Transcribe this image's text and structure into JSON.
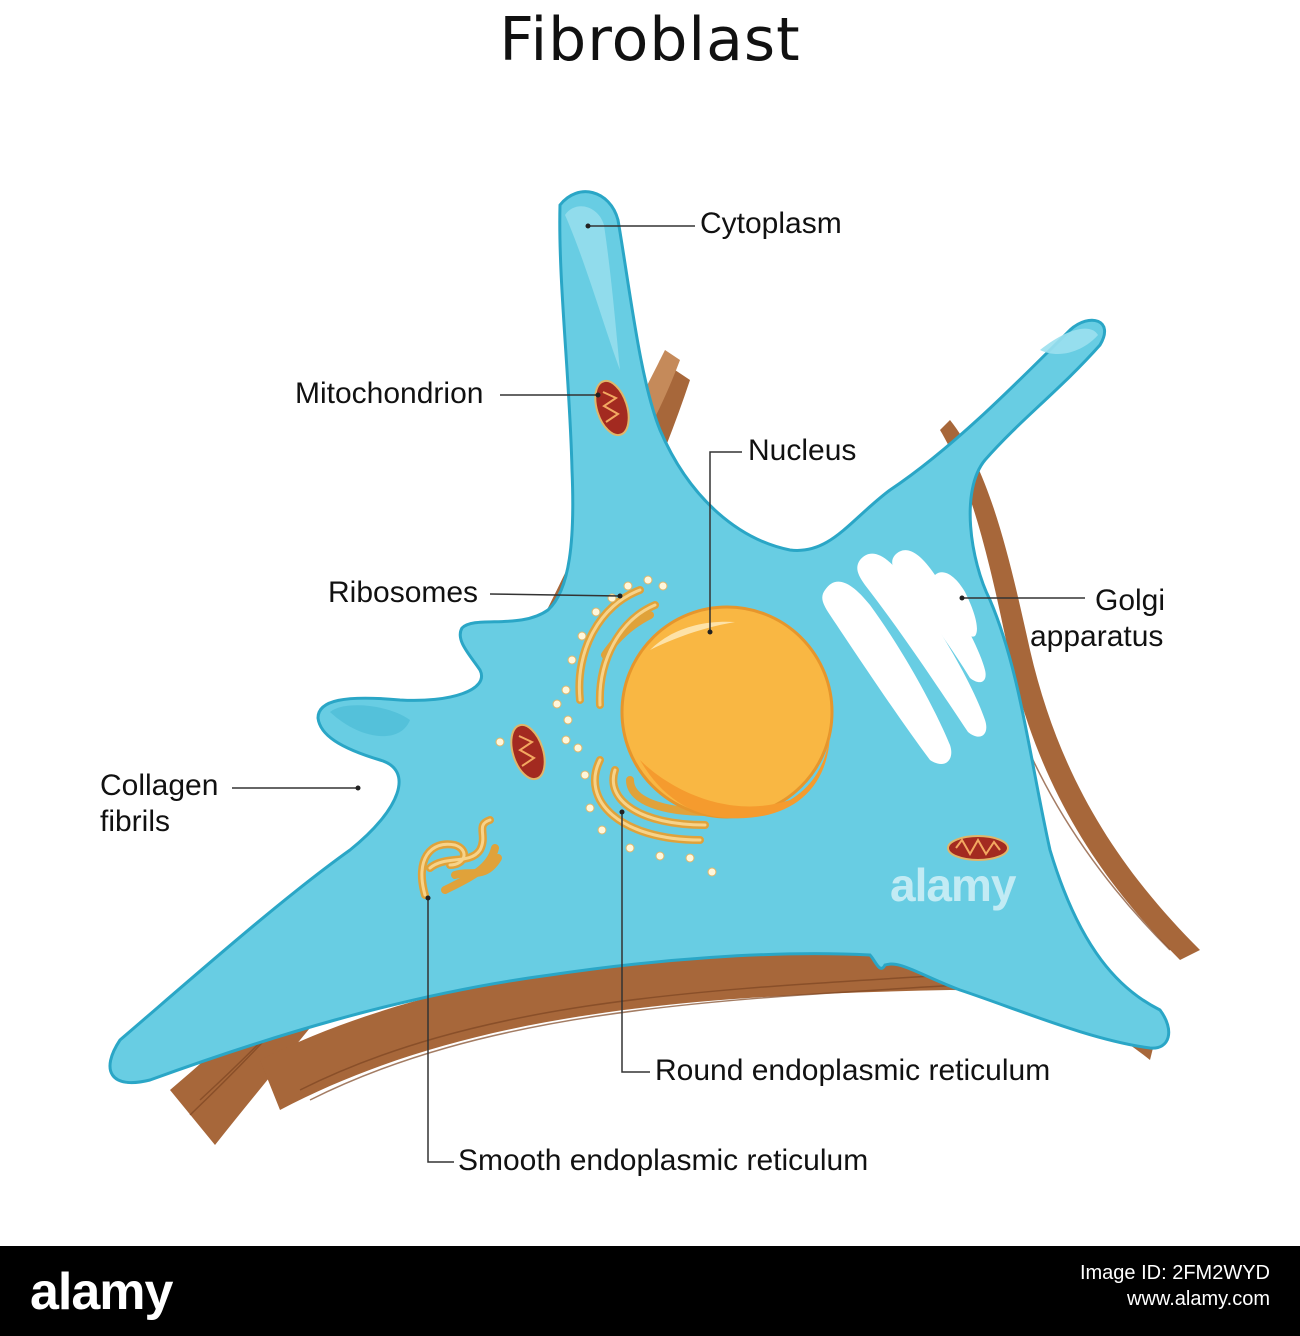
{
  "title": "Fibroblast",
  "labels": {
    "cytoplasm": "Cytoplasm",
    "mitochondrion": "Mitochondrion",
    "nucleus": "Nucleus",
    "ribosomes": "Ribosomes",
    "golgi_line1": "Golgi",
    "golgi_line2": "apparatus",
    "collagen_line1": "Collagen",
    "collagen_line2": "fibrils",
    "round_er": "Round endoplasmic reticulum",
    "smooth_er": "Smooth endoplasmic reticulum"
  },
  "watermark": "alamy",
  "footer": {
    "brand": "alamy",
    "image_id": "Image ID: 2FM2WYD",
    "site": "www.alamy.com"
  },
  "colors": {
    "cytoplasm": "#68cde3",
    "cytoplasm_outline": "#2aa6c6",
    "collagen": "#a7673a",
    "nucleus": "#f9b743",
    "mitochondrion": "#a32a20",
    "er": "#f2bb5a"
  }
}
